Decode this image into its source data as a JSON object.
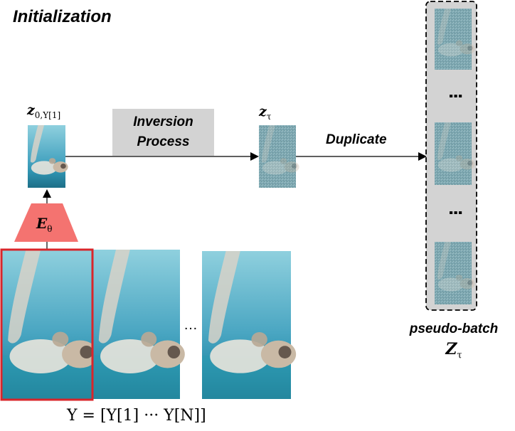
{
  "title": "Initialization",
  "labels": {
    "z0_main": "z",
    "z0_sub": "0,Y[1]",
    "inversion_line1": "Inversion",
    "inversion_line2": "Process",
    "ztau_main": "z",
    "ztau_sub": "τ",
    "duplicate": "Duplicate",
    "encoder_main": "E",
    "encoder_sub": "θ",
    "frames_ellipsis": "…",
    "batch_ellipsis_1": "⋮",
    "batch_ellipsis_2": "⋮",
    "pseudo_batch": "pseudo-batch",
    "pseudo_batch_sym_main": "Z",
    "pseudo_batch_sym_sub": "τ",
    "y_definition": "Y = [Y[1] ··· Y[N]]"
  },
  "colors": {
    "encoder_fill": "#f47370",
    "highlight_border": "#d9252a",
    "inversion_box": "#d3d3d3",
    "batch_panel": "#d3d3d3",
    "water_light": "#73c3d6",
    "water_dark": "#1e6e8a",
    "sand": "#3aa7b8"
  },
  "icons": {
    "turtle_frame": "sea-turtle-image",
    "latent_image": "noisy-latent-image"
  }
}
